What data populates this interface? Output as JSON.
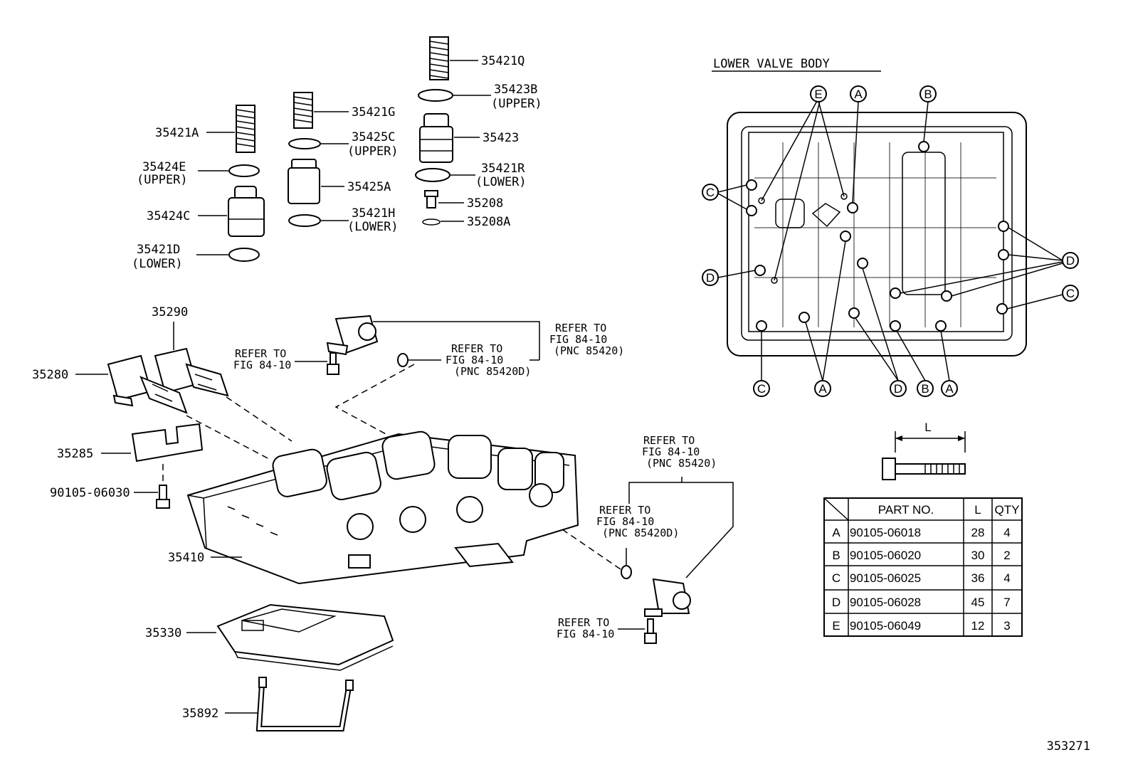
{
  "parts": {
    "p35421Q": "35421Q",
    "p35423B": "35423B",
    "p35423B_note": "(UPPER)",
    "p35421G": "35421G",
    "p35425C": "35425C",
    "p35425C_note": "(UPPER)",
    "p35423": "35423",
    "p35421A": "35421A",
    "p35424E": "35424E",
    "p35424E_note": "(UPPER)",
    "p35421R": "35421R",
    "p35421R_note": "(LOWER)",
    "p35425A": "35425A",
    "p35208": "35208",
    "p35424C": "35424C",
    "p35421H": "35421H",
    "p35421H_note": "(LOWER)",
    "p35208A": "35208A",
    "p35421D": "35421D",
    "p35421D_note": "(LOWER)",
    "p35290": "35290",
    "p35280": "35280",
    "p35285": "35285",
    "p90105": "90105-06030",
    "p35410": "35410",
    "p35330": "35330",
    "p35892": "35892"
  },
  "refs": {
    "refer_to": "REFER TO",
    "fig": "FIG 84-10",
    "pnc_85420": "(PNC 85420)",
    "pnc_85420D": "(PNC 85420D)"
  },
  "lower_valve_body": {
    "title": "LOWER VALVE BODY",
    "length_label": "L"
  },
  "bolt_table": {
    "headers": [
      "",
      "PART NO.",
      "L",
      "QTY"
    ],
    "rows": [
      [
        "A",
        "90105-06018",
        "28",
        "4"
      ],
      [
        "B",
        "90105-06020",
        "30",
        "2"
      ],
      [
        "C",
        "90105-06025",
        "36",
        "4"
      ],
      [
        "D",
        "90105-06028",
        "45",
        "7"
      ],
      [
        "E",
        "90105-06049",
        "12",
        "3"
      ]
    ]
  },
  "figure_number": "353271"
}
